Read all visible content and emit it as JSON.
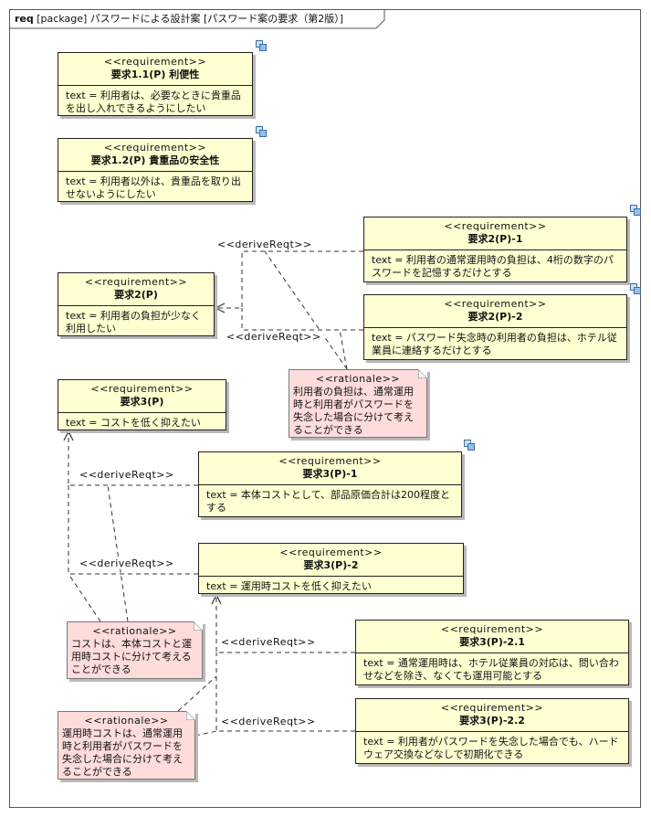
{
  "frame": {
    "kind": "req",
    "title": "[package] パスワードによる設計案 [パスワード案の要求（第2版）]"
  },
  "requirements": [
    {
      "id": "r11",
      "stereotype": "<<requirement>>",
      "title": "要求1.1(P) 利便性",
      "text": "text = 利用者は、必要なときに貴重品を出し入れできるようにしたい"
    },
    {
      "id": "r12",
      "stereotype": "<<requirement>>",
      "title": "要求1.2(P) 貴重品の安全性",
      "text": "text = 利用者以外は、貴重品を取り出せないようにしたい"
    },
    {
      "id": "r2",
      "stereotype": "<<requirement>>",
      "title": "要求2(P)",
      "text": "text = 利用者の負担が少なく利用したい"
    },
    {
      "id": "r21",
      "stereotype": "<<requirement>>",
      "title": "要求2(P)-1",
      "text": "text = 利用者の通常運用時の負担は、4桁の数字のパスワードを記憶するだけとする"
    },
    {
      "id": "r22",
      "stereotype": "<<requirement>>",
      "title": "要求2(P)-2",
      "text": "text = パスワード失念時の利用者の負担は、ホテル従業員に連絡するだけとする"
    },
    {
      "id": "r3",
      "stereotype": "<<requirement>>",
      "title": "要求3(P)",
      "text": "text = コストを低く抑えたい"
    },
    {
      "id": "r31",
      "stereotype": "<<requirement>>",
      "title": "要求3(P)-1",
      "text": "text = 本体コストとして、部品原価合計は200程度とする"
    },
    {
      "id": "r32",
      "stereotype": "<<requirement>>",
      "title": "要求3(P)-2",
      "text": "text = 運用時コストを低く抑えたい"
    },
    {
      "id": "r321",
      "stereotype": "<<requirement>>",
      "title": "要求3(P)-2.1",
      "text": "text = 通常運用時は、ホテル従業員の対応は、問い合わせなどを除き、なくても運用可能とする"
    },
    {
      "id": "r322",
      "stereotype": "<<requirement>>",
      "title": "要求3(P)-2.2",
      "text": "text = 利用者がパスワードを失念した場合でも、ハードウェア交換などなしで初期化できる"
    }
  ],
  "rationales": [
    {
      "id": "rat1",
      "stereotype": "<<rationale>>",
      "text": "利用者の負担は、通常運用時と利用者がパスワードを失念した場合に分けて考えることができる"
    },
    {
      "id": "rat2",
      "stereotype": "<<rationale>>",
      "text": "コストは、本体コストと運用時コストに分けて考えることができる"
    },
    {
      "id": "rat3",
      "stereotype": "<<rationale>>",
      "text": "運用時コストは、通常運用時と利用者がパスワードを失念した場合に分けて考えることができる"
    }
  ],
  "relations": [
    {
      "label": "<<deriveReqt>>"
    },
    {
      "label": "<<deriveReqt>>"
    },
    {
      "label": "<<deriveReqt>>"
    },
    {
      "label": "<<deriveReqt>>"
    },
    {
      "label": "<<deriveReqt>>"
    },
    {
      "label": "<<deriveReqt>>"
    }
  ],
  "colors": {
    "requirement_fill": "#ffffd2",
    "rationale_fill": "#ffdcdc",
    "line": "#333333"
  },
  "icons": {
    "requirement_badge": "nested-diagram-icon"
  }
}
